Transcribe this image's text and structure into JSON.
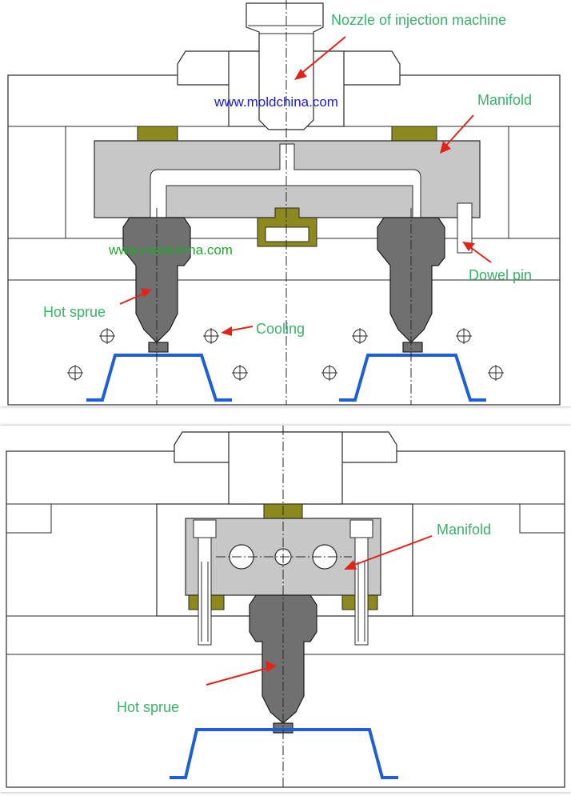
{
  "top_diagram": {
    "labels": {
      "nozzle": "Nozzle of injection machine",
      "manifold": "Manifold",
      "dowel_pin": "Dowel pin",
      "hot_sprue": "Hot sprue",
      "cooling": "Cooling"
    },
    "watermarks": [
      "www.moldchina.com",
      "www.moldchina.com"
    ]
  },
  "bottom_diagram": {
    "labels": {
      "manifold": "Manifold",
      "hot_sprue": "Hot sprue"
    }
  },
  "colors": {
    "label_text": "#3db06a",
    "arrow": "#e0241c",
    "manifold_fill": "#c7c7c7",
    "sprue_fill": "#707070",
    "insulator_fill": "#8c8a1f",
    "part_outline": "#1f5fd6",
    "watermark_blue": "#1a1adb",
    "watermark_green": "#23a82e"
  }
}
